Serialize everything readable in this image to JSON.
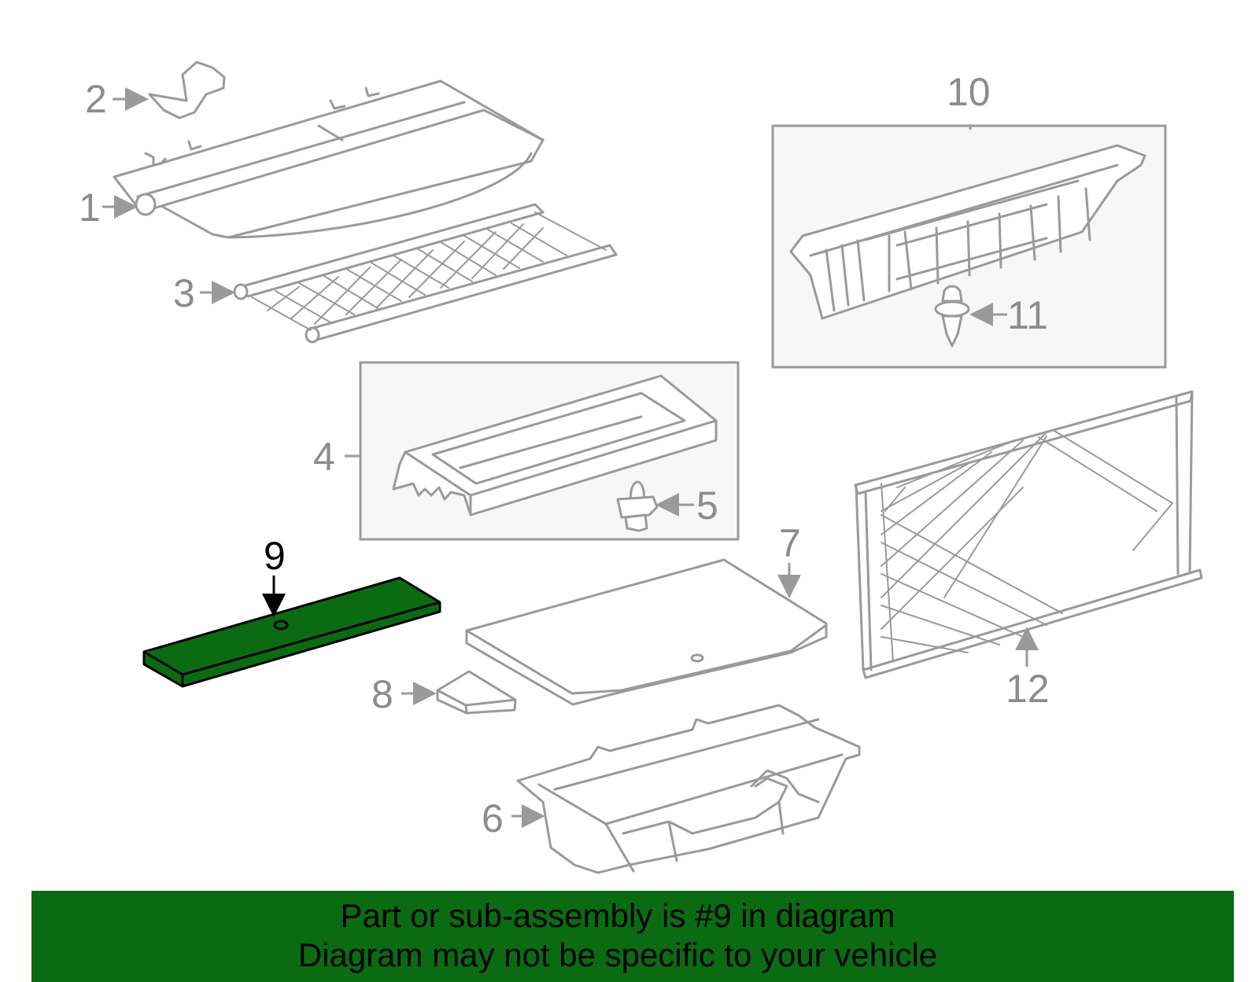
{
  "callouts": {
    "c1": "1",
    "c2": "2",
    "c3": "3",
    "c4": "4",
    "c5": "5",
    "c6": "6",
    "c7": "7",
    "c8": "8",
    "c9": "9",
    "c10": "10",
    "c11": "11",
    "c12": "12"
  },
  "highlight": {
    "part_number": "9",
    "color": "#0b6b12"
  },
  "banner": {
    "line1": "Part or sub-assembly is #9 in diagram",
    "line2": "Diagram may not be specific to your vehicle",
    "color": "#0b6b12"
  }
}
